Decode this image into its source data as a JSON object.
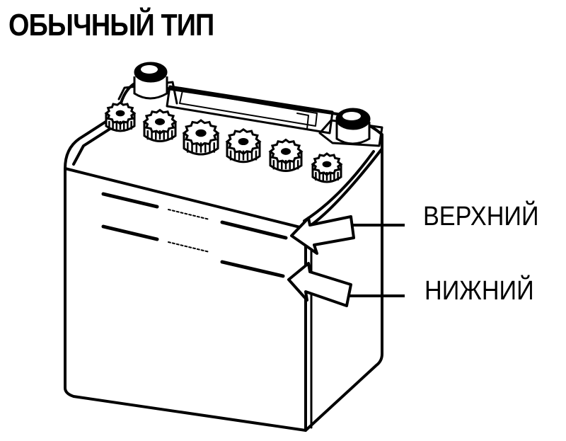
{
  "title": "ОБЫЧНЫЙ ТИП",
  "labels": {
    "upper": "ВЕРХНИЙ",
    "lower": "НИЖНИЙ"
  },
  "parts": {
    "vent_caps": 6,
    "terminals": [
      "terminal-left",
      "terminal-right"
    ]
  },
  "colors": {
    "line": "#000000",
    "background": "#ffffff"
  }
}
